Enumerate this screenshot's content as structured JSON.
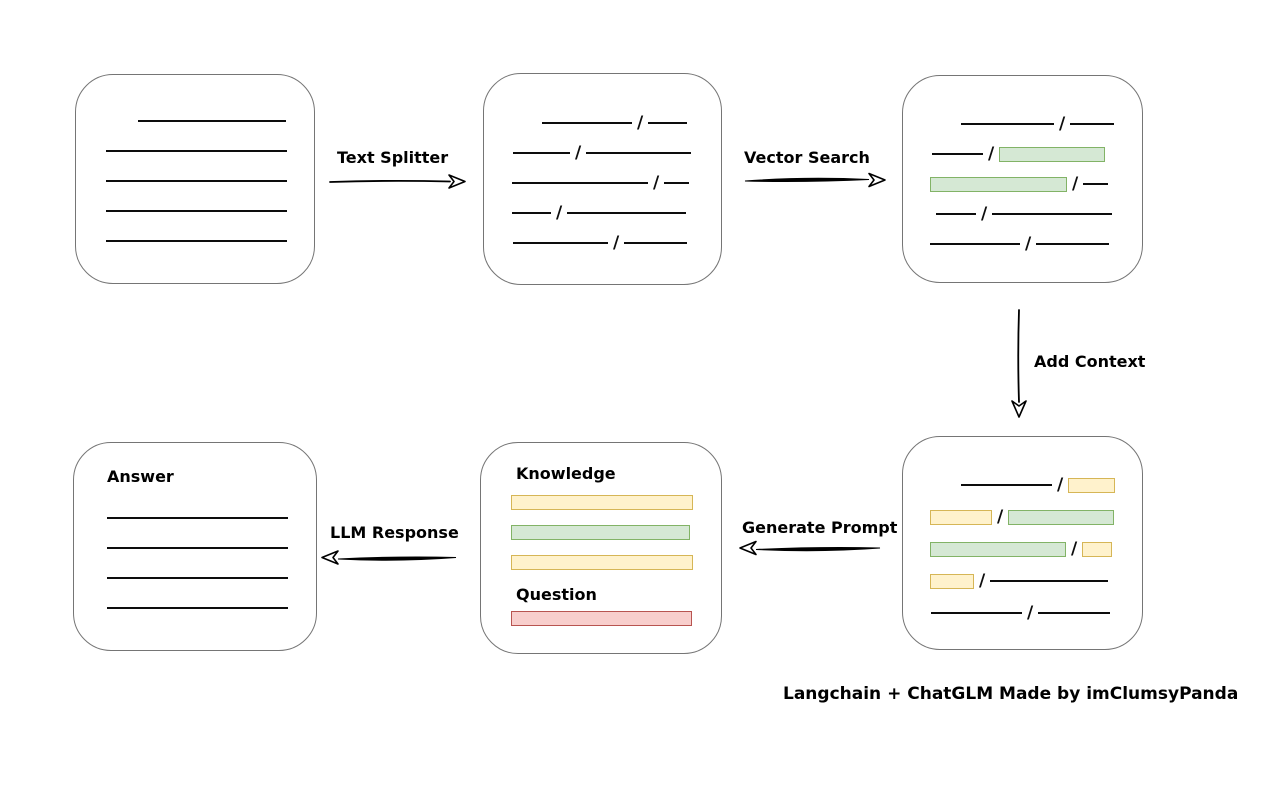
{
  "caption": "Langchain + ChatGLM Made by imClumsyPanda",
  "colors": {
    "background": "#ffffff",
    "box_border": "#757575",
    "text_line": "#0d0d0d",
    "green_fill": "#d5e8d4",
    "green_stroke": "#82b366",
    "yellow_fill": "#fff2cc",
    "yellow_stroke": "#d6b656",
    "red_fill": "#f8cecc",
    "red_stroke": "#b85450"
  },
  "arrows": {
    "text_splitter": {
      "label": "Text Splitter",
      "direction": "right"
    },
    "vector_search": {
      "label": "Vector Search",
      "direction": "right"
    },
    "add_context": {
      "label": "Add Context",
      "direction": "down"
    },
    "generate_prompt": {
      "label": "Generate Prompt",
      "direction": "left"
    },
    "llm_response": {
      "label": "LLM Response",
      "direction": "left"
    }
  },
  "boxes": {
    "document": {
      "rows": [
        {
          "indent": 62,
          "segs": [
            {
              "t": "line",
              "w": 148
            }
          ]
        },
        {
          "indent": 30,
          "segs": [
            {
              "t": "line",
              "w": 181
            }
          ]
        },
        {
          "indent": 30,
          "segs": [
            {
              "t": "line",
              "w": 181
            }
          ]
        },
        {
          "indent": 30,
          "segs": [
            {
              "t": "line",
              "w": 181
            }
          ]
        },
        {
          "indent": 30,
          "segs": [
            {
              "t": "line",
              "w": 181
            }
          ]
        }
      ]
    },
    "chunks": {
      "rows": [
        {
          "indent": 58,
          "segs": [
            {
              "t": "line",
              "w": 90
            },
            {
              "t": "line",
              "w": 39
            }
          ]
        },
        {
          "indent": 29,
          "segs": [
            {
              "t": "line",
              "w": 57
            },
            {
              "t": "line",
              "w": 105
            }
          ]
        },
        {
          "indent": 28,
          "segs": [
            {
              "t": "line",
              "w": 136
            },
            {
              "t": "line",
              "w": 25
            }
          ]
        },
        {
          "indent": 28,
          "segs": [
            {
              "t": "line",
              "w": 39
            },
            {
              "t": "line",
              "w": 119
            }
          ]
        },
        {
          "indent": 29,
          "segs": [
            {
              "t": "line",
              "w": 95
            },
            {
              "t": "line",
              "w": 63
            }
          ]
        }
      ]
    },
    "vector_results": {
      "rows": [
        {
          "indent": 58,
          "segs": [
            {
              "t": "line",
              "w": 93
            },
            {
              "t": "line",
              "w": 44
            }
          ]
        },
        {
          "indent": 29,
          "segs": [
            {
              "t": "line",
              "w": 51
            },
            {
              "t": "green",
              "w": 104
            }
          ]
        },
        {
          "indent": 27,
          "segs": [
            {
              "t": "green",
              "w": 135
            },
            {
              "t": "line",
              "w": 25
            }
          ]
        },
        {
          "indent": 33,
          "segs": [
            {
              "t": "line",
              "w": 40
            },
            {
              "t": "line",
              "w": 120
            }
          ]
        },
        {
          "indent": 27,
          "segs": [
            {
              "t": "line",
              "w": 90
            },
            {
              "t": "line",
              "w": 73
            }
          ]
        }
      ]
    },
    "context": {
      "rows": [
        {
          "indent": 58,
          "segs": [
            {
              "t": "line",
              "w": 91
            },
            {
              "t": "yellow",
              "w": 45
            }
          ]
        },
        {
          "indent": 27,
          "segs": [
            {
              "t": "yellow",
              "w": 60
            },
            {
              "t": "green",
              "w": 104
            }
          ]
        },
        {
          "indent": 27,
          "segs": [
            {
              "t": "green",
              "w": 134
            },
            {
              "t": "yellow",
              "w": 28
            }
          ]
        },
        {
          "indent": 27,
          "segs": [
            {
              "t": "yellow",
              "w": 42
            },
            {
              "t": "line",
              "w": 118
            }
          ]
        },
        {
          "indent": 28,
          "segs": [
            {
              "t": "line",
              "w": 91
            },
            {
              "t": "line",
              "w": 72
            }
          ]
        }
      ]
    },
    "prompt": {
      "knowledge_label": "Knowledge",
      "knowledge_bars": [
        {
          "color": "yellow",
          "w": 180
        },
        {
          "color": "green",
          "w": 177
        },
        {
          "color": "yellow",
          "w": 180
        }
      ],
      "question_label": "Question",
      "question_bars": [
        {
          "color": "red",
          "w": 179
        }
      ]
    },
    "answer": {
      "label": "Answer",
      "rows": [
        {
          "indent": 0,
          "segs": [
            {
              "t": "line",
              "w": 181
            }
          ]
        },
        {
          "indent": 0,
          "segs": [
            {
              "t": "line",
              "w": 181
            }
          ]
        },
        {
          "indent": 0,
          "segs": [
            {
              "t": "line",
              "w": 181
            }
          ]
        },
        {
          "indent": 0,
          "segs": [
            {
              "t": "line",
              "w": 181
            }
          ]
        }
      ]
    }
  }
}
